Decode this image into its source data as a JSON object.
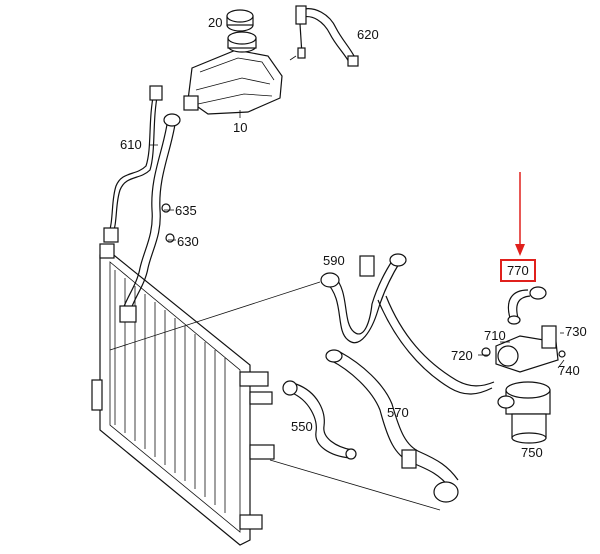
{
  "labels": {
    "p20": "20",
    "p620": "620",
    "p10": "10",
    "p610": "610",
    "p635": "635",
    "p630": "630",
    "p590": "590",
    "p770": "770",
    "p710": "710",
    "p730": "730",
    "p720": "720",
    "p740": "740",
    "p570": "570",
    "p550": "550",
    "p750": "750"
  },
  "highlight": {
    "part": "770",
    "color": "#e0201c"
  }
}
